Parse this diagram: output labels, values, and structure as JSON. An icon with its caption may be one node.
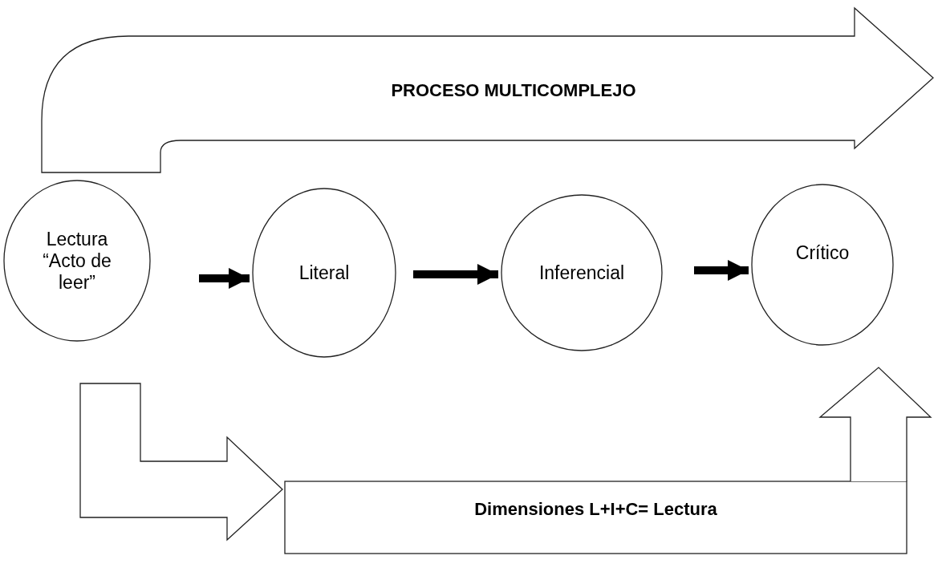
{
  "diagram": {
    "nodes": [
      {
        "text": [
          "PROCESO MULTICOMPLEJO"
        ]
      },
      {
        "text": [
          "Lectura “Acto de leer”"
        ]
      },
      {
        "text": [
          "Literal"
        ]
      },
      {
        "text": [
          "Inferencial"
        ]
      },
      {
        "text": [
          "Crítico"
        ]
      },
      {
        "text": [
          "Dimensiones L+I+C= Lectura"
        ]
      }
    ],
    "edges": [
      {
        "from": 1,
        "to": 2,
        "arrow": "to"
      },
      {
        "from": 2,
        "to": 3,
        "arrow": "to"
      },
      {
        "from": 3,
        "to": 4,
        "arrow": "to"
      },
      {
        "from": 1,
        "to": 5,
        "arrow": "to"
      },
      {
        "from": 5,
        "to": 4,
        "arrow": "to"
      }
    ]
  }
}
